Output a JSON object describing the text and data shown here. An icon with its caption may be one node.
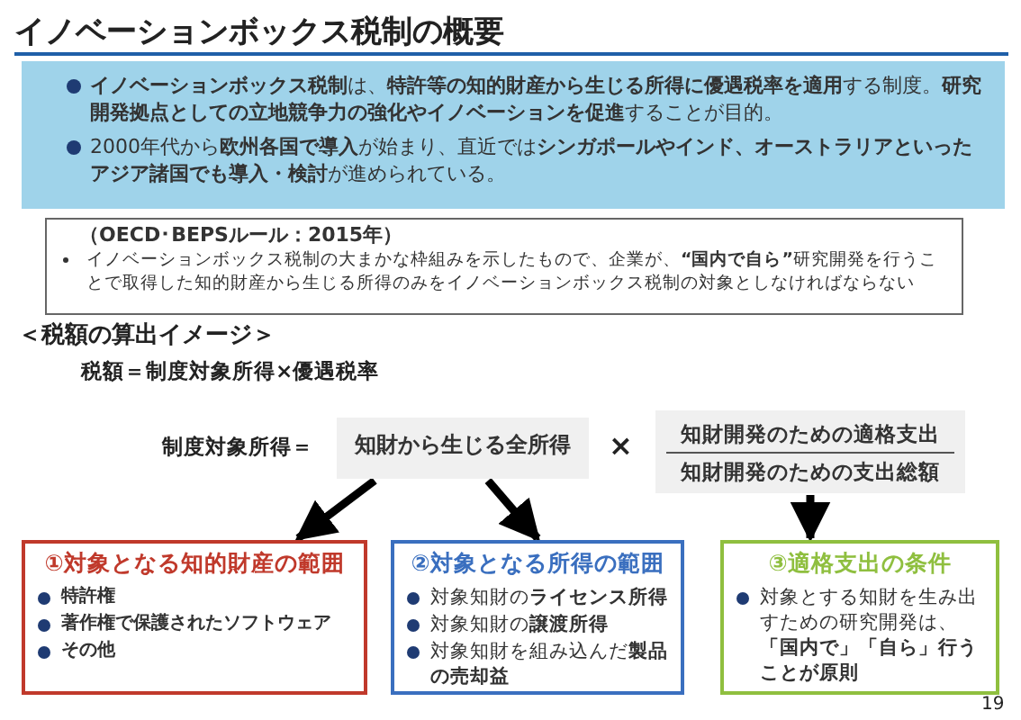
{
  "diagram": {
    "title": "イノベーションボックス税制の概要",
    "nodes": [
      {
        "text": [
          "**イノベーションボックス税制**は、**特許等の知的財産から生じる所得に優遇税率を適用**する制度。**研究開発拠点としての立地競争力の強化やイノベーションを促進**することが目的。",
          "2000年代から**欧州各国で導入**が始まり、直近では**シンガポールやインド、オーストラリアといったアジア諸国でも導入・検討**が進められている。"
        ]
      },
      {
        "text": [
          "（OECD･BEPSルール：2015年）",
          "イノベーションボックス税制の大まかな枠組みを示したもので、企業が、**“国内で自ら”**研究開発を行うことで取得した知的財産から生じる所得のみをイノベーションボックス税制の対象としなければならない"
        ]
      },
      {
        "text": [
          "知財から生じる全所得"
        ]
      },
      {
        "text": [
          "知財開発のための適格支出",
          "知財開発のための支出総額"
        ]
      },
      {
        "text": [
          "①対象となる知的財産の範囲",
          "**特許権**",
          "**著作権で保護されたソフトウェア**",
          "**その他**"
        ]
      },
      {
        "text": [
          "②対象となる所得の範囲",
          "対象知財の**ライセンス所得**",
          "対象知財の**譲渡所得**",
          "対象知財を組み込んだ**製品の売却益**"
        ]
      },
      {
        "text": [
          "③適格支出の条件",
          "対象とする知財を生み出すための研究開発は、**「国内で」「自ら」行うことが原則**"
        ]
      }
    ],
    "edges": [
      {
        "from": 2,
        "to": 4,
        "arrow": "to"
      },
      {
        "from": 2,
        "to": 5,
        "arrow": "to"
      },
      {
        "from": 3,
        "to": 6,
        "arrow": "to"
      }
    ],
    "labels": [
      "＜税額の算出イメージ＞",
      "税額＝制度対象所得×優遇税率",
      "制度対象所得＝",
      "×",
      "19"
    ]
  }
}
